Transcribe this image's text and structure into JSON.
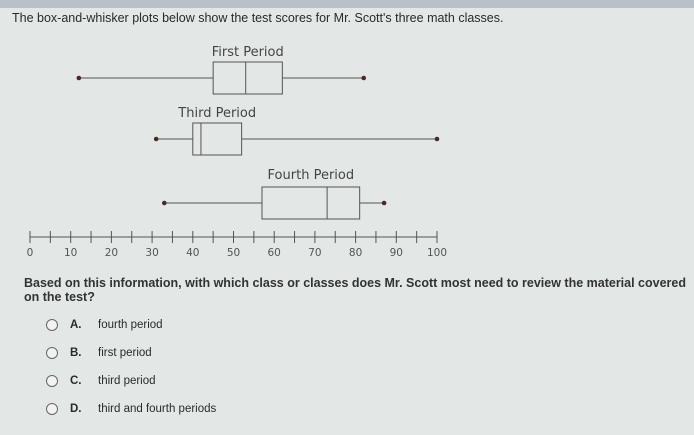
{
  "prompt": "The box-and-whisker plots below show the test scores for Mr. Scott's three math classes.",
  "chart_data": {
    "type": "boxplot",
    "orientation": "horizontal",
    "xlim": [
      0,
      100
    ],
    "tick_labels": [
      "0",
      "10",
      "20",
      "30",
      "40",
      "50",
      "60",
      "70",
      "80",
      "90",
      "100"
    ],
    "minor_tick_step": 5,
    "series": [
      {
        "name": "First Period",
        "min": 12,
        "q1": 45,
        "median": 53,
        "q3": 62,
        "max": 82
      },
      {
        "name": "Third Period",
        "min": 31,
        "q1": 40,
        "median": 42,
        "q3": 52,
        "max": 100
      },
      {
        "name": "Fourth Period",
        "min": 33,
        "q1": 57,
        "median": 73,
        "q3": 81,
        "max": 87
      }
    ]
  },
  "question": "Based on this information, with which class or classes does Mr. Scott most need to review the material covered on the test?",
  "options": [
    {
      "letter": "A.",
      "text": "fourth period"
    },
    {
      "letter": "B.",
      "text": "first period"
    },
    {
      "letter": "C.",
      "text": "third period"
    },
    {
      "letter": "D.",
      "text": "third and fourth periods"
    }
  ]
}
